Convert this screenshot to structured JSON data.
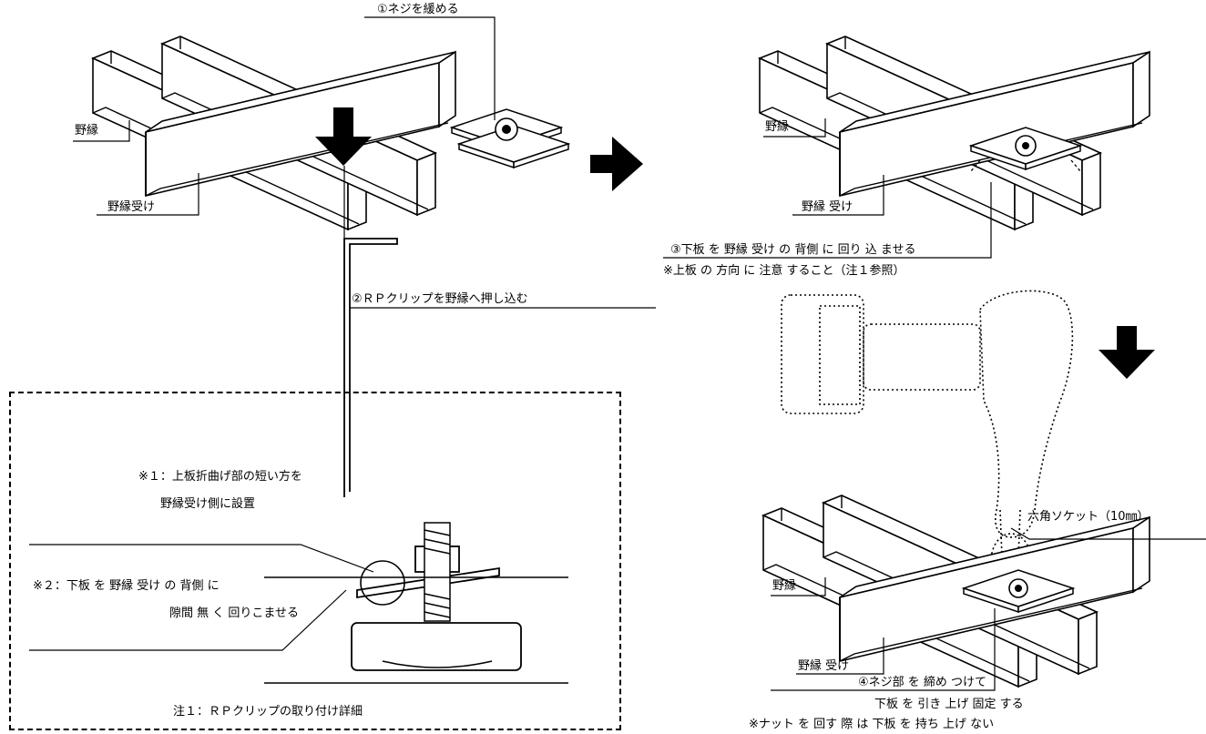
{
  "step1": {
    "label_nobuchi": "野縁",
    "label_nobuchi_uke": "野縁受け",
    "callout_loosen": "①ネジを緩める",
    "callout_push": "②ＲＰクリップを野縁へ押し込む"
  },
  "step2": {
    "label_nobuchi": "野縁",
    "label_nobuchi_uke": "野縁 受け",
    "callout_wrap": "③下板 を 野縁 受け の 背側 に 回り 込 ませる",
    "note_direction": "※上板 の 方向 に 注意 すること（注１参照）"
  },
  "step3": {
    "label_nobuchi": "野縁",
    "label_nobuchi_uke": "野縁 受け",
    "callout_socket": "六角ソケット（10㎜）",
    "callout_tighten": "④ネジ部 を 締め つけて",
    "callout_fix": "下板 を 引き 上げ 固定 する",
    "note_nut": "※ナット を 回す 際 は 下板 を 持ち 上げ ない"
  },
  "detail": {
    "note1_line1": "※１：上板折曲げ部の短い方を",
    "note1_line2": "野縁受け側に設置",
    "note2_line1": "※２：下板 を 野縁 受け の 背側 に",
    "note2_line2": "隙間 無 く 回りこませる",
    "caption": "注１：ＲＰクリップの取り付け詳細"
  },
  "colors": {
    "line": "#000000",
    "background": "#ffffff"
  }
}
